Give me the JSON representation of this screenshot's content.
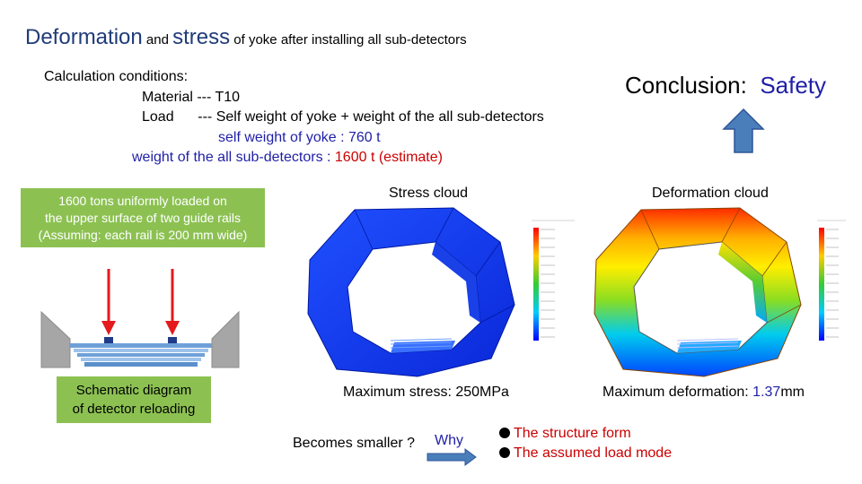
{
  "title": {
    "part1": "Deformation",
    "part2": " and ",
    "part3": "stress",
    "part4": " of yoke after installing all sub-detectors"
  },
  "conditions": {
    "heading": "Calculation conditions:",
    "material": "Material --- T10",
    "load": "Load      --- Self weight of yoke + weight of the all sub-detectors",
    "self_weight_label": "self weight of yoke :   760 t",
    "subdet_label": "weight of the all sub-detectors : ",
    "subdet_value": "1600 t  (estimate)"
  },
  "conclusion": {
    "label": "Conclusion:  ",
    "value": "Safety"
  },
  "load_note": {
    "line1": "1600 tons uniformly loaded on",
    "line2": "the upper surface of two guide rails",
    "line3": "(Assuming: each rail is 200 mm wide)"
  },
  "schematic_caption": {
    "line1": "Schematic diagram",
    "line2": "of detector reloading"
  },
  "stress": {
    "heading": "Stress cloud",
    "max_label": "Maximum stress: 250MPa"
  },
  "deformation": {
    "heading": "Deformation cloud",
    "max_label": "Maximum deformation: ",
    "max_value": "1.37",
    "max_unit": "mm"
  },
  "question": {
    "text": "Becomes smaller ? ",
    "why": "Why"
  },
  "reasons": [
    "The structure form",
    "The assumed load mode"
  ],
  "colors": {
    "accent_blue": "#1f1fa8",
    "accent_red": "#cc0000",
    "box_green": "#8cc152",
    "arrow_blue": "#4a7ebb"
  }
}
